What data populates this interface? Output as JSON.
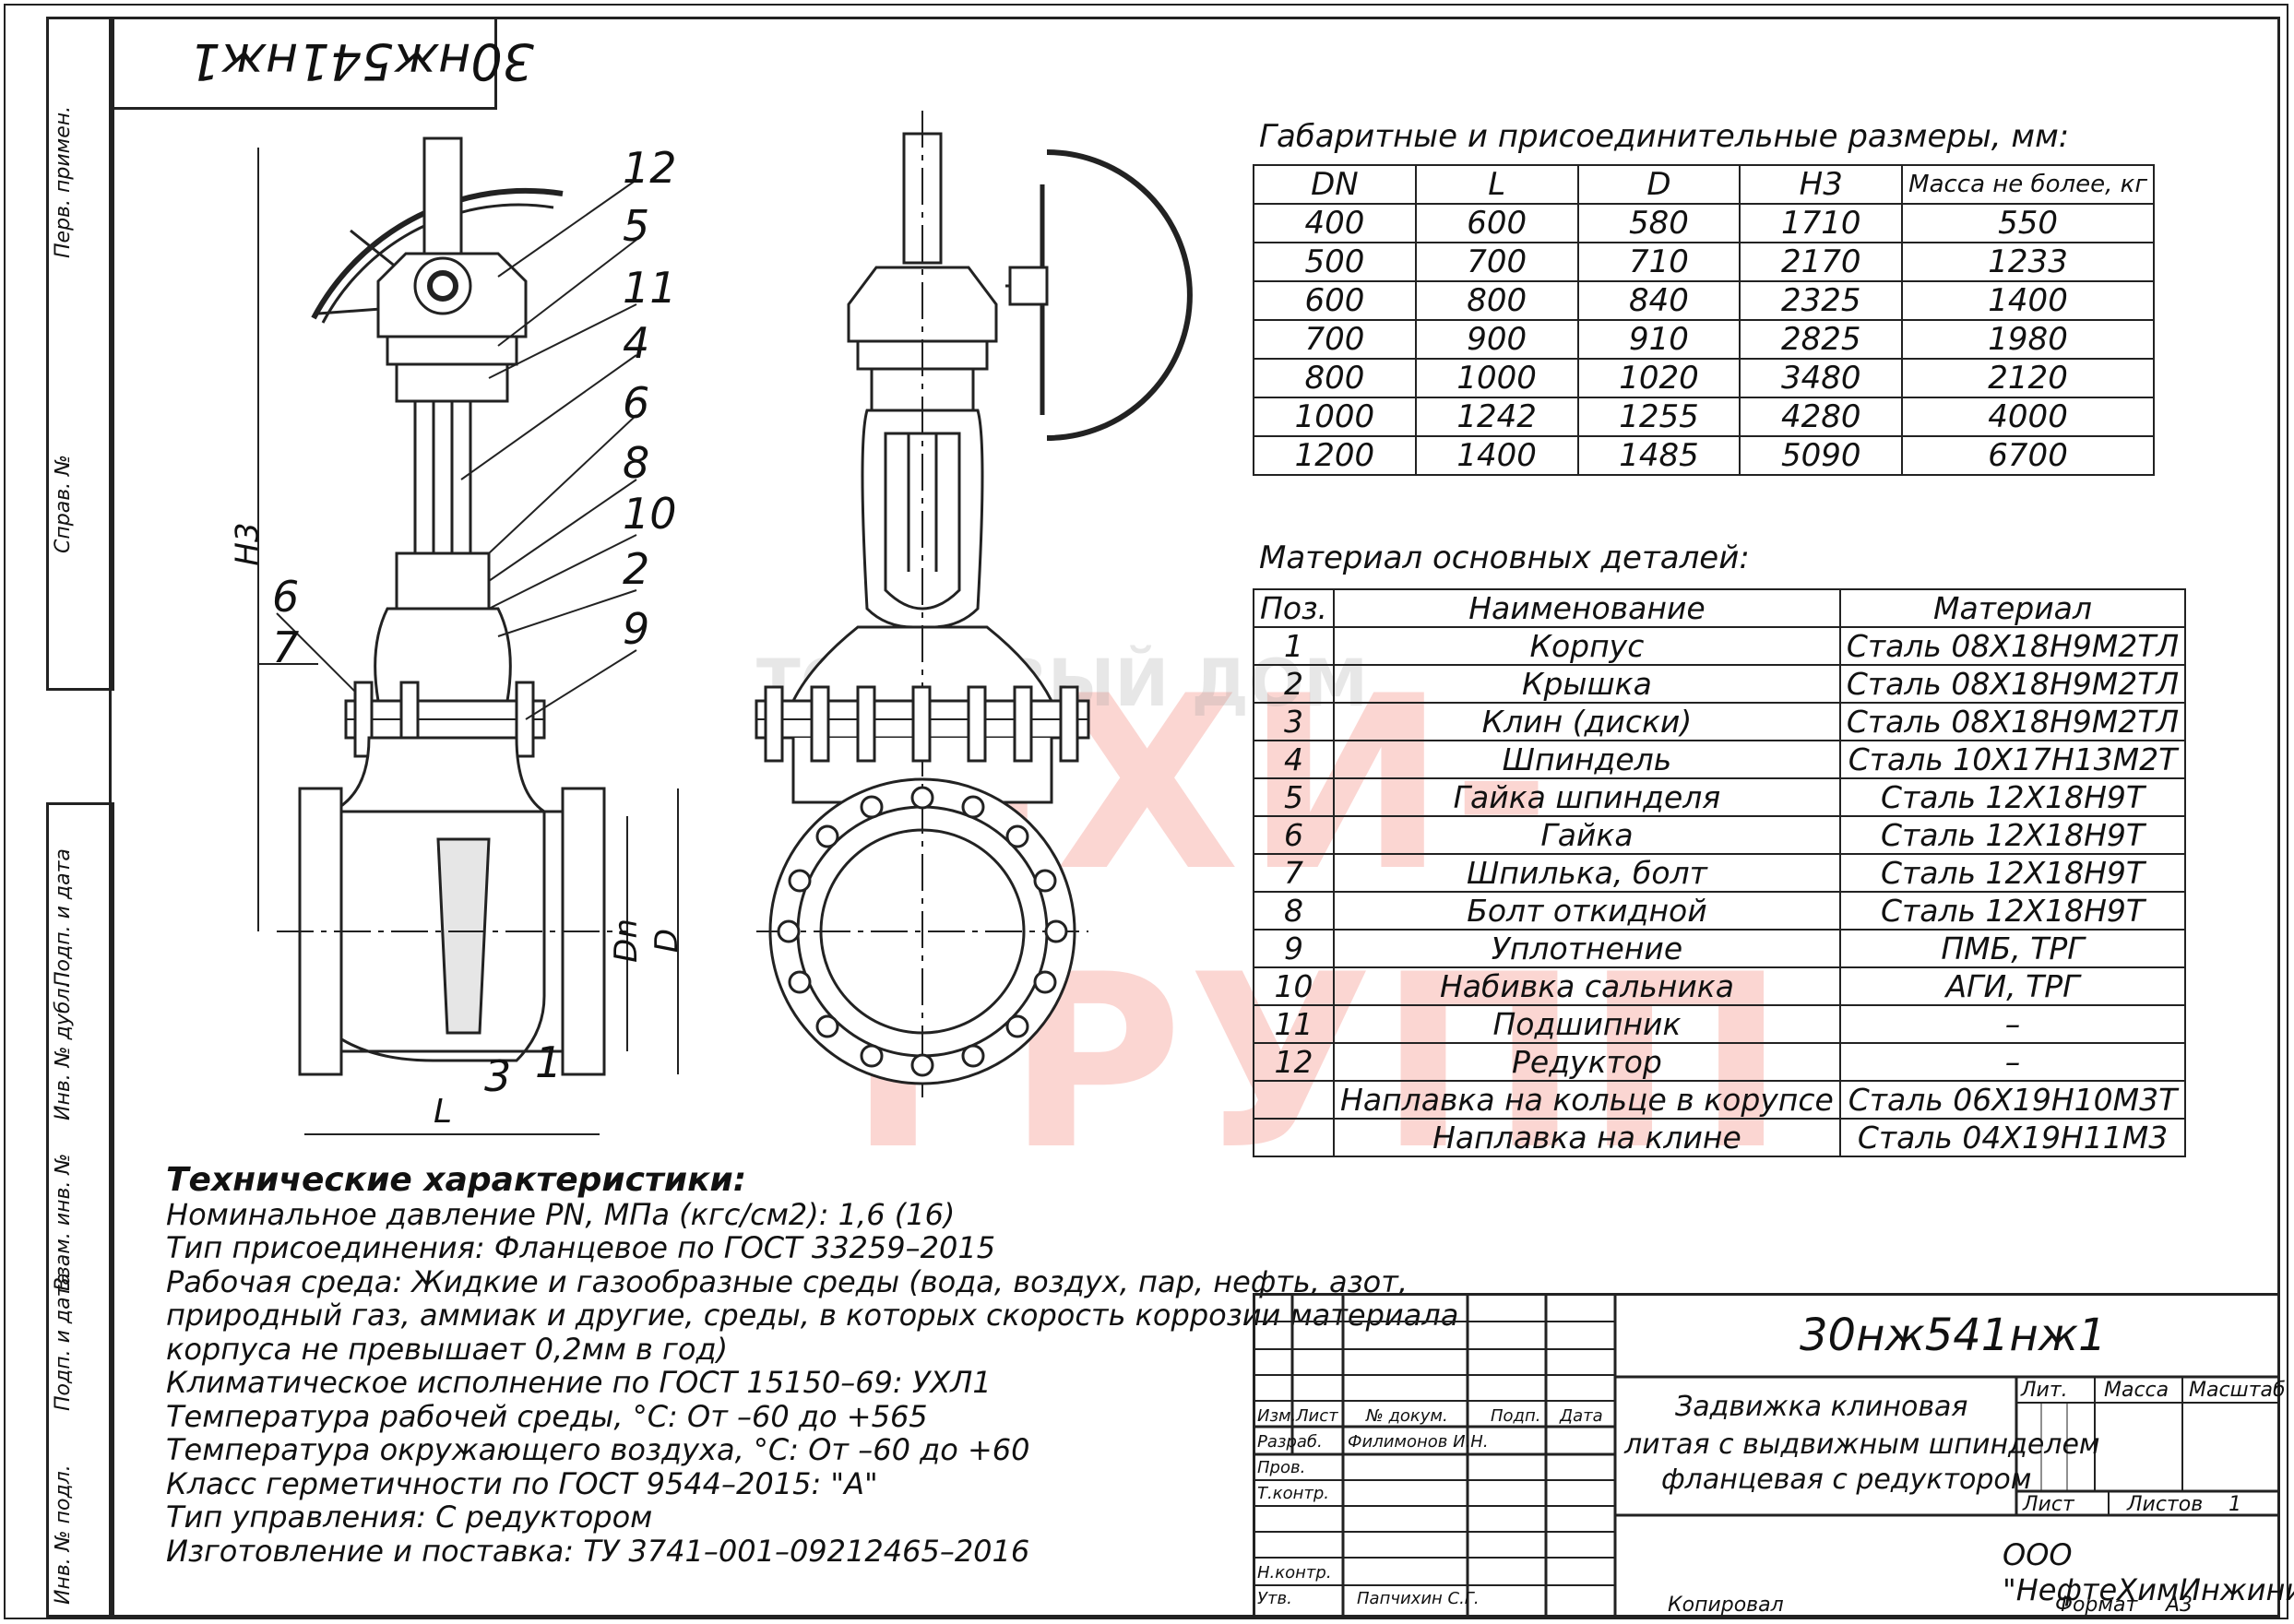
{
  "doc_code": "30нж541нж1",
  "doc_code_rotated": "30нж541нж1",
  "left_strip": {
    "top_labels": [
      "Перв. примен.",
      "Справ. №"
    ],
    "bottom_labels": [
      "Подп. и дата",
      "Инв. № дубл.",
      "Взам. инв. №",
      "Подп. и дата",
      "Инв. № подл."
    ]
  },
  "dims_table": {
    "heading": "Габаритные и присоединительные размеры, мм:",
    "headers": [
      "DN",
      "L",
      "D",
      "H3",
      "Масса не более, кг"
    ],
    "rows": [
      [
        "400",
        "600",
        "580",
        "1710",
        "550"
      ],
      [
        "500",
        "700",
        "710",
        "2170",
        "1233"
      ],
      [
        "600",
        "800",
        "840",
        "2325",
        "1400"
      ],
      [
        "700",
        "900",
        "910",
        "2825",
        "1980"
      ],
      [
        "800",
        "1000",
        "1020",
        "3480",
        "2120"
      ],
      [
        "1000",
        "1242",
        "1255",
        "4280",
        "4000"
      ],
      [
        "1200",
        "1400",
        "1485",
        "5090",
        "6700"
      ]
    ]
  },
  "materials_table": {
    "heading": "Материал основных деталей:",
    "headers": [
      "Поз.",
      "Наименование",
      "Материал"
    ],
    "rows": [
      [
        "1",
        "Корпус",
        "Сталь 08Х18Н9М2ТЛ"
      ],
      [
        "2",
        "Крышка",
        "Сталь 08Х18Н9М2ТЛ"
      ],
      [
        "3",
        "Клин (диски)",
        "Сталь 08Х18Н9М2ТЛ"
      ],
      [
        "4",
        "Шпиндель",
        "Сталь 10Х17Н13М2Т"
      ],
      [
        "5",
        "Гайка шпинделя",
        "Сталь 12Х18Н9Т"
      ],
      [
        "6",
        "Гайка",
        "Сталь 12Х18Н9Т"
      ],
      [
        "7",
        "Шпилька, болт",
        "Сталь 12Х18Н9Т"
      ],
      [
        "8",
        "Болт откидной",
        "Сталь 12Х18Н9Т"
      ],
      [
        "9",
        "Уплотнение",
        "ПМБ, ТРГ"
      ],
      [
        "10",
        "Набивка сальника",
        "АГИ, ТРГ"
      ],
      [
        "11",
        "Подшипник",
        "–"
      ],
      [
        "12",
        "Редуктор",
        "–"
      ],
      [
        "",
        "Наплавка на кольце в корупсе",
        "Сталь 06Х19Н10М3Т"
      ],
      [
        "",
        "Наплавка на клине",
        "Сталь 04Х19Н11М3"
      ]
    ]
  },
  "specs": {
    "heading": "Технические характеристики:",
    "lines": [
      "Номинальное давление PN, МПа (кгс/см2): 1,6 (16)",
      "Тип присоединения: Фланцевое по ГОСТ 33259–2015",
      "Рабочая среда: Жидкие и газообразные среды (вода, воздух, пар, нефть, азот,",
      "природный газ, аммиак и другие, среды, в которых скорость коррозии материала",
      "корпуса не превышает 0,2мм в год)",
      "Климатическое исполнение по ГОСТ 15150–69: УХЛ1",
      "Температура рабочей среды, °С: От –60 до +565",
      "Температура окружающего воздуха, °С: От –60 до +60",
      "Класс герметичности по ГОСТ 9544–2015: \"А\"",
      "Тип управления: С редуктором",
      "Изготовление и поставка: ТУ 3741–001–09212465–2016"
    ]
  },
  "drawing_labels": {
    "callouts": [
      "12",
      "5",
      "11",
      "4",
      "6",
      "8",
      "10",
      "2",
      "9",
      "6",
      "7",
      "3",
      "1"
    ],
    "dim_h3": "Н3",
    "dim_l": "L",
    "dim_dn": "Dn",
    "dim_d": "D"
  },
  "title_block": {
    "code": "30нж541нж1",
    "name_line1": "Задвижка клиновая",
    "name_line2": "литая с выдвижным шпинделем",
    "name_line3": "фланцевая с редуктором",
    "col_headers": [
      "Изм.",
      "Лист",
      "№ докум.",
      "Подп.",
      "Дата"
    ],
    "rows": [
      "Разраб.",
      "Пров.",
      "Т.контр.",
      "",
      "Н.контр.",
      "Утв."
    ],
    "developer": "Филимонов И.Н.",
    "approver": "Папчихин С.Г.",
    "lit_label": "Лит.",
    "mass_label": "Масса",
    "scale_label": "Масштаб",
    "sheet_label": "Лист",
    "sheets_label": "Листов",
    "sheets_value": "1",
    "company": "ООО \"НефтеХимИнжиниринг\"",
    "copied": "Копировал",
    "format_label": "Формат",
    "format_value": "А3"
  },
  "watermark": {
    "text": "НХИ-ГРУПП",
    "subtext": "ТОРГОВЫЙ ДОМ"
  },
  "colors": {
    "line": "#222222",
    "watermark": "#eb4632"
  }
}
